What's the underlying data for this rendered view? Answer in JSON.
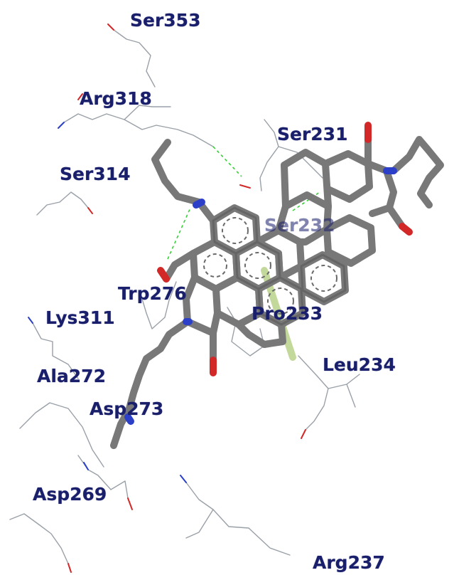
{
  "colors": {
    "label": "#1a1f6b",
    "ligand": "#787878",
    "ligand_dark": "#5a5a5a",
    "residue_line": "#9aa0a8",
    "oxygen": "#d22828",
    "nitrogen": "#2b3fc9",
    "hbond": "#35d135",
    "pi_interaction": "#b9d28a"
  },
  "residues": [
    {
      "id": "ser353",
      "label": "Ser353"
    },
    {
      "id": "arg318",
      "label": "Arg318"
    },
    {
      "id": "ser314",
      "label": "Ser314"
    },
    {
      "id": "ser231",
      "label": "Ser231"
    },
    {
      "id": "hidden232",
      "label": "Ser232"
    },
    {
      "id": "trp276",
      "label": "Trp276"
    },
    {
      "id": "lys311",
      "label": "Lys311"
    },
    {
      "id": "pro233",
      "label": "Pro233"
    },
    {
      "id": "leu234",
      "label": "Leu234"
    },
    {
      "id": "ala272",
      "label": "Ala272"
    },
    {
      "id": "asp273",
      "label": "Asp273"
    },
    {
      "id": "asp269",
      "label": "Asp269"
    },
    {
      "id": "arg237",
      "label": "Arg237"
    }
  ]
}
